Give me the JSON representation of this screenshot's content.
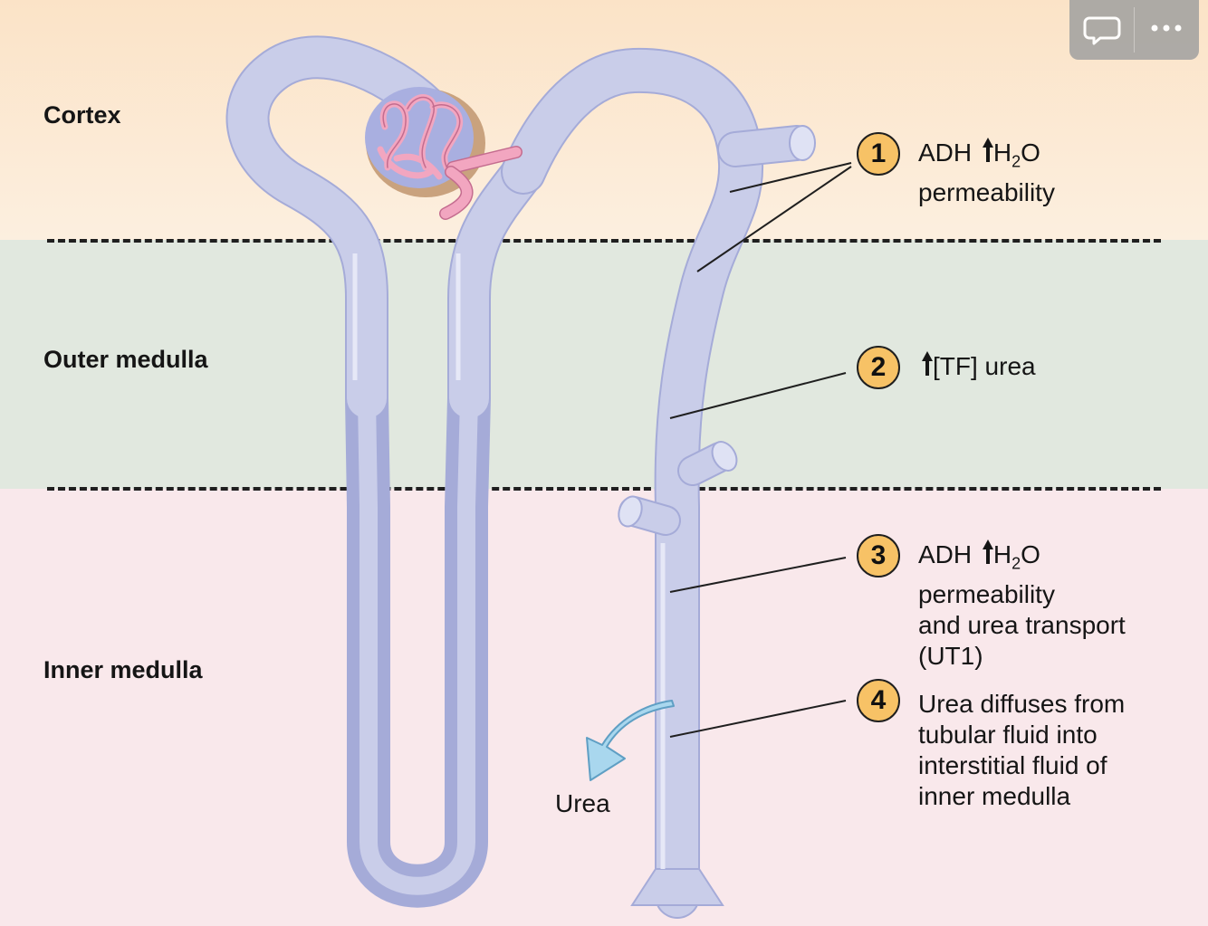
{
  "zones": [
    {
      "name": "Cortex",
      "color": "#fce8cf"
    },
    {
      "name": "Outer medulla",
      "color": "#e0e8df"
    },
    {
      "name": "Inner medulla",
      "color": "#f9e7ea"
    }
  ],
  "colors": {
    "tubule": "#c9cde9",
    "tubule_outline": "#a5abd8",
    "glomerulus_pink": "#f2a6c0",
    "bowman_capsule": "#c9a27e",
    "badge": "#f7c266",
    "urea_arrow": "#a9d7ee"
  },
  "callouts": [
    {
      "number": "1",
      "lines": [
        "ADH ",
        "H",
        "2",
        "O"
      ],
      "line2": "permeability"
    },
    {
      "number": "2",
      "text": "[TF] urea"
    },
    {
      "number": "3",
      "lines": [
        "ADH ",
        "H",
        "2",
        "O"
      ],
      "line2": "permeability",
      "line3": "and urea transport",
      "line4": "(UT1)"
    },
    {
      "number": "4",
      "line1": "Urea diffuses from",
      "line2": "tubular fluid into",
      "line3": "interstitial fluid of",
      "line4": "inner medulla"
    }
  ],
  "urea_label": "Urea",
  "toolbar": {
    "comment_icon": "comment-icon",
    "more_icon": "more-icon"
  }
}
